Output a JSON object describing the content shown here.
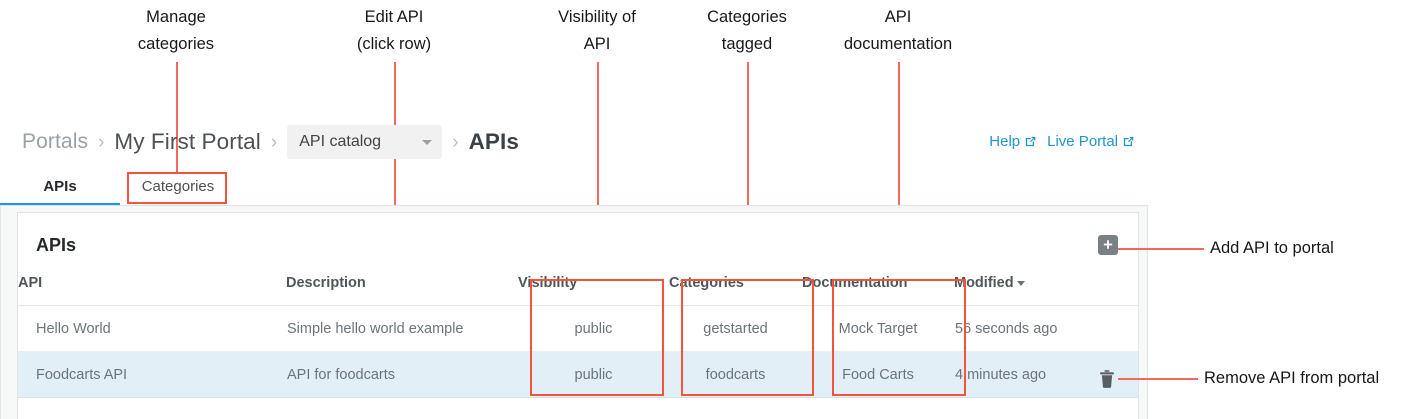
{
  "annotations": {
    "top": [
      {
        "name": "manage-categories",
        "line1": "Manage",
        "line2": "categories"
      },
      {
        "name": "edit-api",
        "line1": "Edit API",
        "line2": "(click row)"
      },
      {
        "name": "visibility-of-api",
        "line1": "Visibility of",
        "line2": "API"
      },
      {
        "name": "categories-tagged",
        "line1": "Categories",
        "line2": "tagged"
      },
      {
        "name": "api-documentation",
        "line1": "API",
        "line2": "documentation"
      }
    ],
    "side": [
      {
        "name": "add-api-to-portal",
        "text": "Add API to portal"
      },
      {
        "name": "remove-api-from-portal",
        "text": "Remove API from portal"
      }
    ],
    "highlight_color": "#f4543c",
    "line_color": "#f4695e"
  },
  "breadcrumb": {
    "root": "Portals",
    "portal": "My First Portal",
    "catalog_select": "API catalog",
    "current": "APIs",
    "separator": "›"
  },
  "header_links": [
    {
      "name": "help-link",
      "label": "Help"
    },
    {
      "name": "live-portal-link",
      "label": "Live Portal"
    }
  ],
  "tabs": [
    {
      "name": "tab-apis",
      "label": "APIs",
      "active": true
    },
    {
      "name": "tab-categories",
      "label": "Categories",
      "active": false
    }
  ],
  "panel": {
    "title": "APIs",
    "add_button_icon": "plus-icon",
    "columns": [
      "API",
      "Description",
      "Visibility",
      "Categories",
      "Documentation",
      "Modified"
    ],
    "sorted_column": "Modified",
    "sort_direction": "desc",
    "rows": [
      {
        "api": "Hello World",
        "description": "Simple hello world example",
        "visibility": "public",
        "categories": "getstarted",
        "documentation": "Mock Target",
        "modified": "56 seconds ago",
        "selected": false
      },
      {
        "api": "Foodcarts API",
        "description": "API for foodcarts",
        "visibility": "public",
        "categories": "foodcarts",
        "documentation": "Food Carts",
        "modified": "4 minutes ago",
        "selected": true
      }
    ],
    "row_delete_icon": "trash-icon",
    "selected_row_color": "#e3eff6",
    "accent_color": "#1b9bd7"
  }
}
